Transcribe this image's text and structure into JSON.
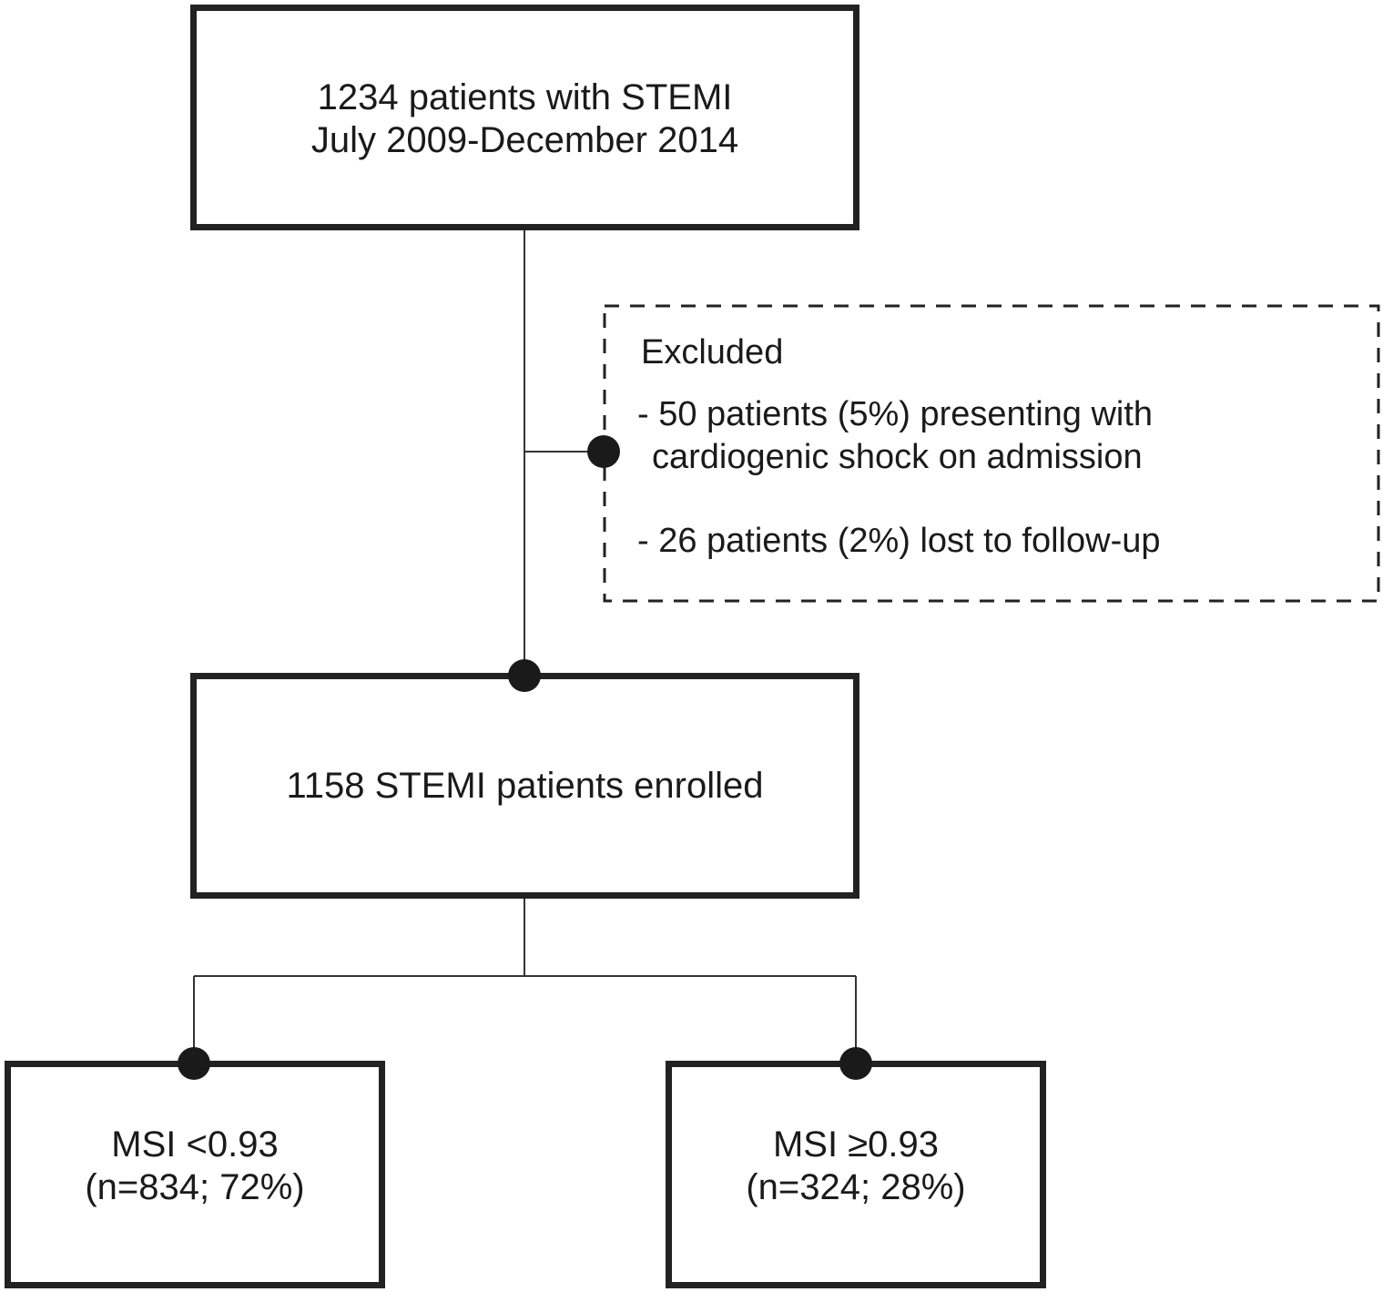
{
  "boxes": {
    "top": {
      "line1": "1234 patients with STEMI",
      "line2": "July 2009-December 2014"
    },
    "excluded": {
      "heading": "Excluded",
      "item1_line1": "- 50 patients (5%) presenting with",
      "item1_line2": "cardiogenic shock on admission",
      "item2": "- 26 patients (2%) lost to follow-up"
    },
    "enrolled": {
      "line1": "1158 STEMI patients enrolled"
    },
    "msi_low": {
      "line1": "MSI <0.93",
      "line2": "(n=834; 72%)"
    },
    "msi_high": {
      "line1": "MSI ≥0.93",
      "line2": "(n=324; 28%)"
    }
  },
  "colors": {
    "line": "#222222",
    "dot": "#1a1a1a",
    "background": "#ffffff"
  }
}
